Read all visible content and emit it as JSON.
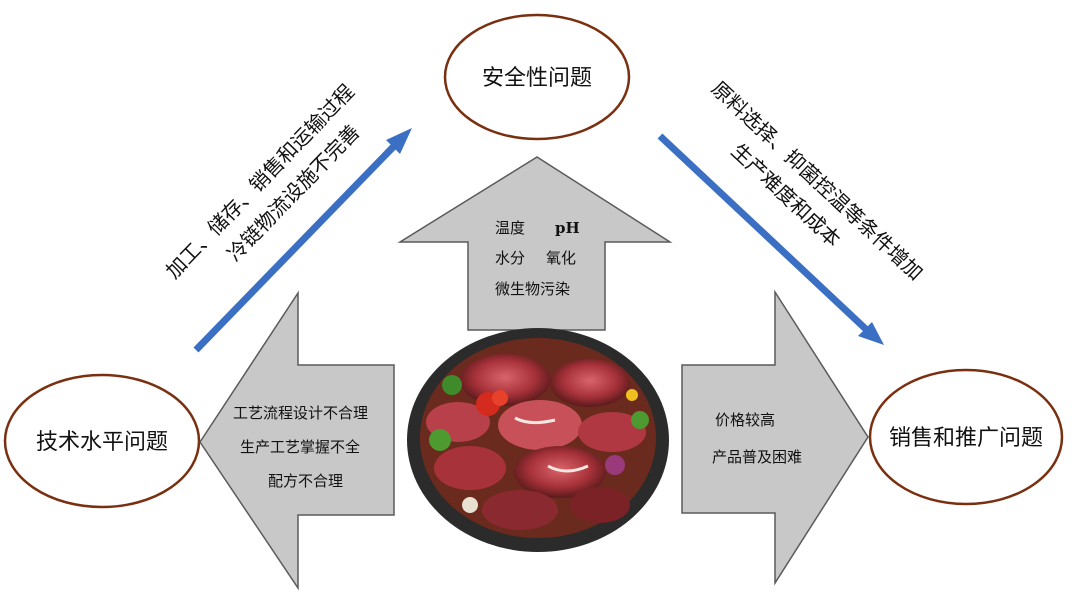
{
  "nodes": {
    "top": "安全性问题",
    "left": "技术水平问题",
    "right": "销售和推广问题"
  },
  "arrows": {
    "up": {
      "lines": [
        "温度",
        "pH",
        "水分",
        "氧化",
        "微生物污染"
      ]
    },
    "left": {
      "lines": [
        "工艺流程设计不合理",
        "生产工艺掌握不全",
        "配方不合理"
      ]
    },
    "right": {
      "lines": [
        "价格较高",
        "产品普及困难"
      ]
    }
  },
  "diagonals": {
    "left": {
      "line1": "加工、储存、销售和运输过程",
      "line2": "冷链物流设施不完善"
    },
    "right": {
      "line1": "原料选择、抑菌控温等条件增加",
      "line2": "生产难度和成本"
    }
  },
  "colors": {
    "ellipse_stroke": "#7a3010",
    "arrow_fill": "#c8c8c8",
    "arrow_stroke": "#5a5a5a",
    "diag_arrow": "#3a6fc4",
    "plate": "#2b2b2b"
  },
  "center_image": "meat-platter"
}
